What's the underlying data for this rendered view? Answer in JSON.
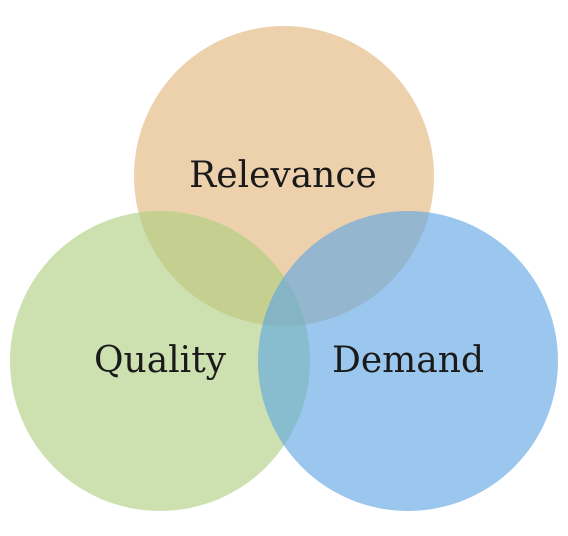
{
  "diagram": {
    "type": "venn",
    "sets": [
      {
        "key": "relevance",
        "label": "Relevance",
        "color": "#E2B57A"
      },
      {
        "key": "quality",
        "label": "Quality",
        "color": "#ADCE7E"
      },
      {
        "key": "demand",
        "label": "Demand",
        "color": "#5DA4E3"
      }
    ]
  }
}
